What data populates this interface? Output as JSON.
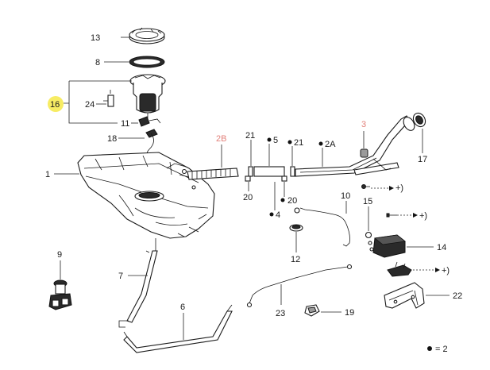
{
  "colors": {
    "highlight": "#f7ec63",
    "red_label": "#e2807a",
    "ink": "#1a1a1a"
  },
  "labels": {
    "p1": "1",
    "p2A": "2A",
    "p2B": "2B",
    "p3": "3",
    "p4": "4",
    "p5": "5",
    "p6": "6",
    "p7": "7",
    "p8": "8",
    "p9": "9",
    "p10": "10",
    "p11": "11",
    "p12": "12",
    "p13": "13",
    "p14": "14",
    "p15": "15",
    "p16": "16",
    "p17": "17",
    "p18": "18",
    "p19": "19",
    "p20a": "20",
    "p20b": "20",
    "p21a": "21",
    "p21b": "21",
    "p22": "22",
    "p23": "23",
    "p24": "24",
    "plus1": "+)",
    "plus2": "+)",
    "plus3": "+)"
  },
  "legend": {
    "text": "= 2"
  }
}
